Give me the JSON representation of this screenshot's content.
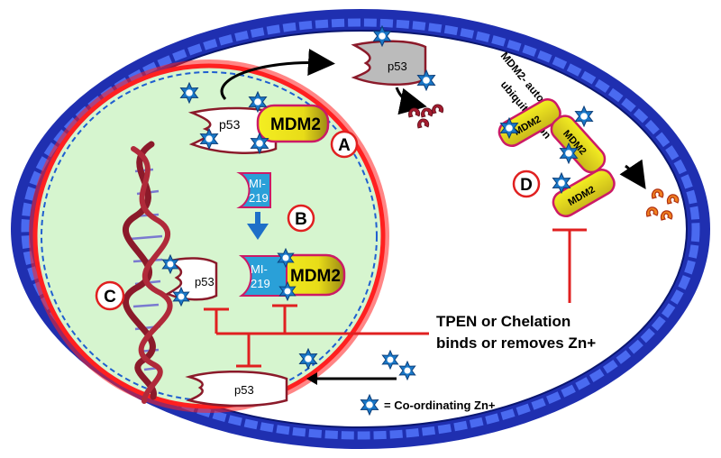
{
  "labels": {
    "p53": "p53",
    "mdm2": "MDM2",
    "mi219_line1": "MI-",
    "mi219_line2": "219",
    "circle_a": "A",
    "circle_b": "B",
    "circle_c": "C",
    "circle_d": "D",
    "auto_ub_line1": "MDM2- auto-",
    "auto_ub_line2": "ubiquitination",
    "tpen_line1": "TPEN or Chelation",
    "tpen_line2": "binds or removes Zn+",
    "legend": "= Co-ordinating Zn+"
  },
  "colors": {
    "membrane_blue": "#1f2fb0",
    "nucleus_fill": "#d6f5cf",
    "nucleus_border": "#ff2020",
    "inhibitor_red": "#e02020",
    "zinc_star": "#1a78c8",
    "mdm2_yellow": "#f2ea1c",
    "mdm2_olive": "#b8a51a",
    "mdm2_border": "#cc1a66",
    "mi219_blue": "#2aa0d8",
    "dna_red": "#8b1a2a",
    "fragment_red": "#9b1c2c",
    "fragment_orange": "#f08020"
  },
  "icons": [
    "zinc-star-icon",
    "inhibition-bar-icon",
    "arrow-icon",
    "ubiquitin-fragment-icon",
    "dna-helix-icon"
  ]
}
